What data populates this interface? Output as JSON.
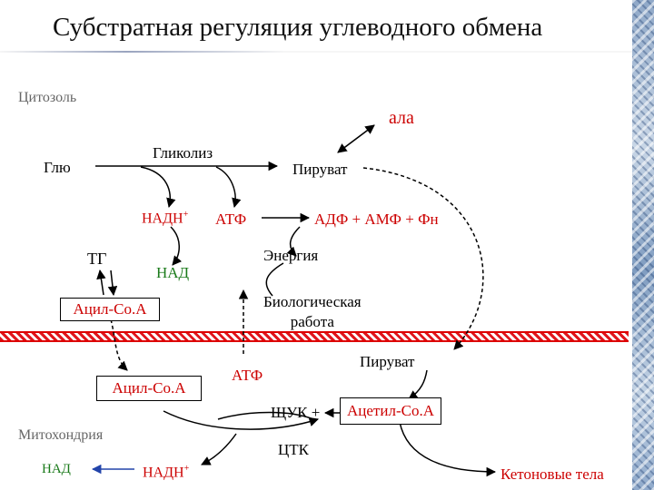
{
  "title": "Субстратная регуляция углеводного обмена",
  "compartments": {
    "cytosol": "Цитозоль",
    "mitochondria": "Митохондрия"
  },
  "labels": {
    "ala": "ала",
    "glu": "Глю",
    "glycolysis": "Гликолиз",
    "pyruvate_cyto": "Пируват",
    "nadh_cyto": "НАДН",
    "nadh_cyto_sup": "+",
    "atp_cyto": "АТФ",
    "adp_amp": "АДФ + АМФ + Фн",
    "energy": "Энергия",
    "tg": "ТГ",
    "nad_cyto": "НАД",
    "acyl_coa_cyto": "Ацил-Со.А",
    "bio_work_line1": "Биологическая",
    "bio_work_line2": "работа",
    "pyruvate_mito": "Пируват",
    "atp_mito": "АТФ",
    "acyl_coa_mito": "Ацил-Со.А",
    "oaa": "ЩУК +",
    "acetyl_coa": "Ацетил-Со.А",
    "tca": "ЦТК",
    "nad_mito": "НАД",
    "nadh_mito": "НАДН",
    "nadh_mito_sup": "+",
    "ketone_bodies": "Кетоновые тела"
  },
  "colors": {
    "red": "#cc0000",
    "green": "#1a7a1a",
    "gray": "#666666"
  }
}
